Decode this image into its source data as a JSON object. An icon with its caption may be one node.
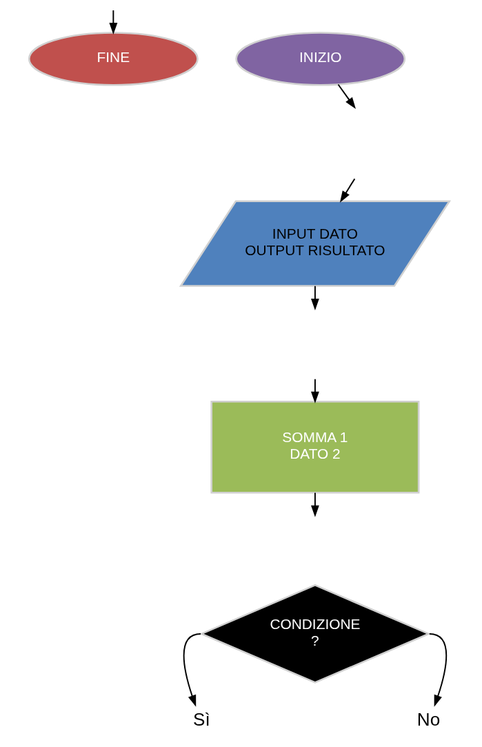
{
  "diagram": {
    "nodes": [
      {
        "text": [
          "INIZIO"
        ]
      },
      {
        "text": [
          "FINE"
        ]
      },
      {
        "text": [
          "INPUT DATO",
          "OUTPUT RISULTATO"
        ]
      },
      {
        "text": [
          "SOMMA 1",
          "DATO 2"
        ]
      },
      {
        "text": [
          "CONDIZIONE",
          "?"
        ]
      },
      {
        "text": [
          "Sì"
        ]
      },
      {
        "text": [
          "No"
        ]
      }
    ],
    "edges": [
      {
        "from": null,
        "to": 1,
        "arrow": "to"
      },
      {
        "from": 0,
        "to": null,
        "arrow": "to"
      },
      {
        "from": null,
        "to": 2,
        "arrow": "to"
      },
      {
        "from": 2,
        "to": null,
        "arrow": "to"
      },
      {
        "from": null,
        "to": 3,
        "arrow": "to"
      },
      {
        "from": 3,
        "to": null,
        "arrow": "to"
      },
      {
        "from": 4,
        "to": 5,
        "arrow": "to"
      },
      {
        "from": 4,
        "to": 6,
        "arrow": "to"
      }
    ]
  }
}
